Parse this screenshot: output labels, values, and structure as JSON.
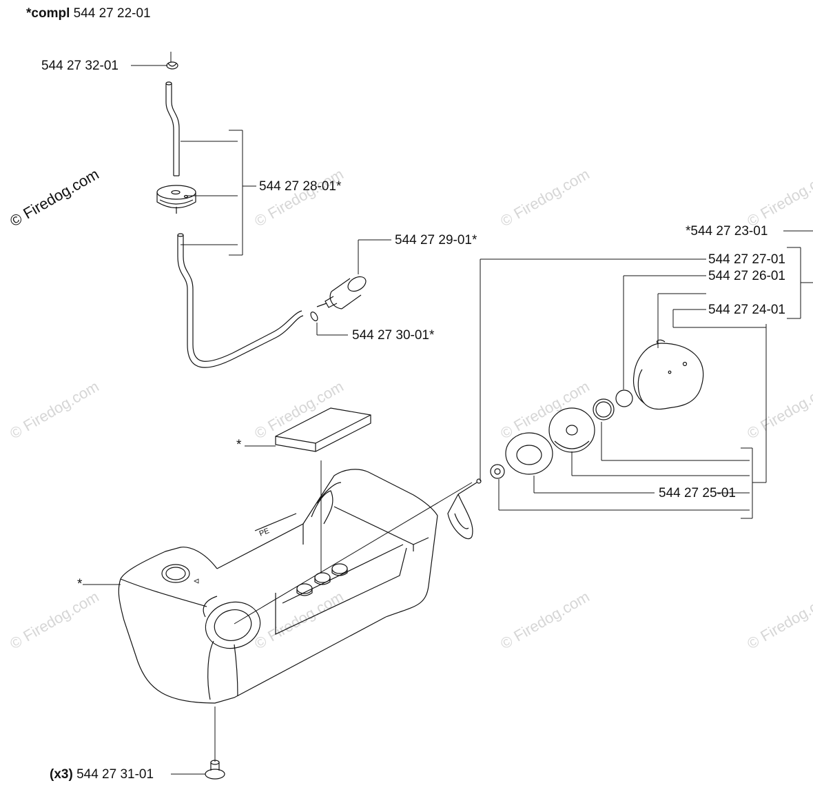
{
  "watermark": "© Firedog.com",
  "header": {
    "prefix": "*compl",
    "number": "544 27 22-01"
  },
  "callouts": {
    "p3201": "544 27 32-01",
    "p2801": "544 27 28-01*",
    "p2901": "544 27 29-01*",
    "p3001": "544 27 30-01*",
    "p2301": "*544 27 23-01",
    "p2701": "544 27 27-01",
    "p2601": "544 27 26-01",
    "p2401": "544 27 24-01",
    "p2501": "544 27 25-01",
    "star_pad": "*",
    "star_tank": "*",
    "p3101_prefix": "(x3)",
    "p3101": "544 27 31-01"
  },
  "tank_mark": "PE"
}
